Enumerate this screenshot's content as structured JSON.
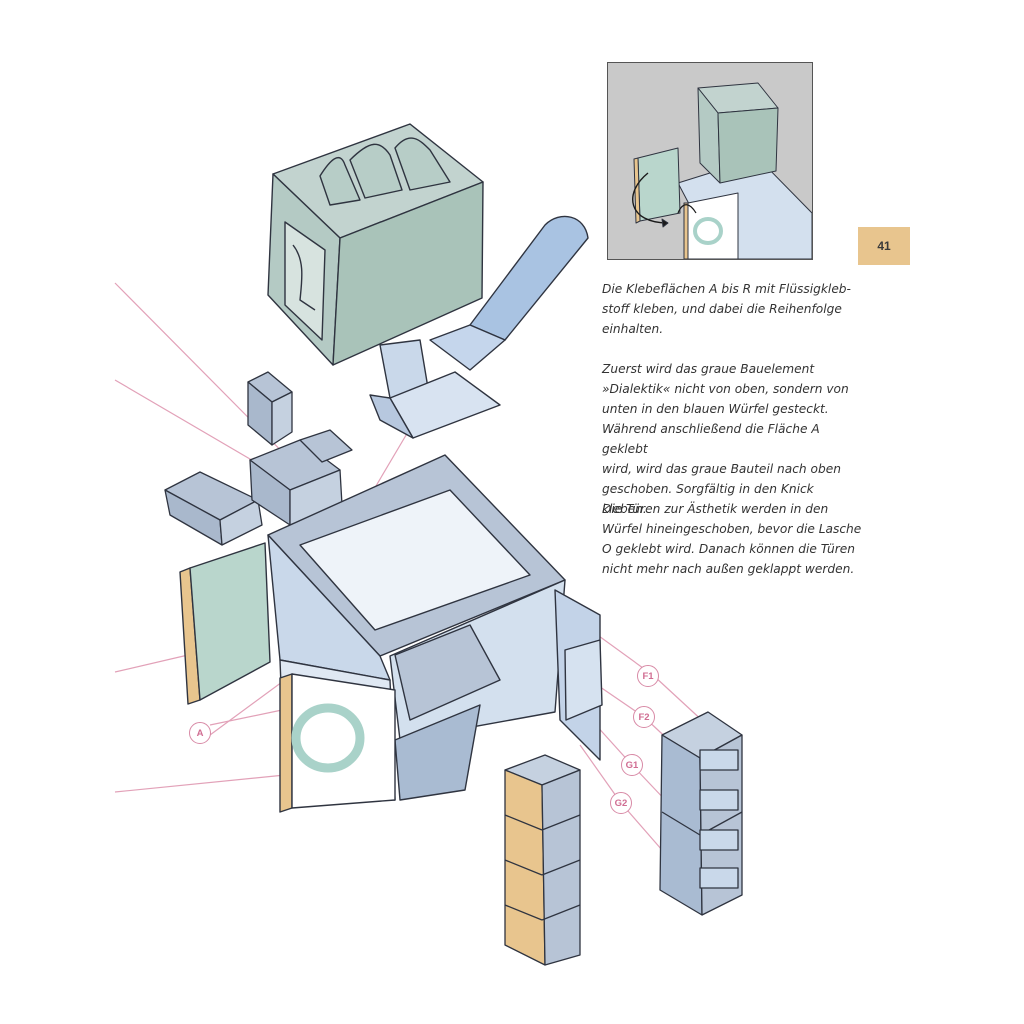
{
  "page": {
    "number": "41"
  },
  "paragraphs": [
    "Die  Klebeflächen A bis R mit Flüssigkleb-\nstoff kleben, und dabei die Reihenfolge\neinhalten.",
    "Zuerst wird das graue Bauelement\n»Dialektik« nicht von oben, sondern von\nunten in den blauen Würfel gesteckt.\nWährend anschließend die Fläche A geklebt\nwird, wird das graue Bauteil nach oben\ngeschoben. Sorgfältig in den Knick kleben.",
    "Die Türen zur Ästhetik werden in den\nWürfel hineingeschoben, bevor die Lasche\nO geklebt wird. Danach können die Türen\nnicht mehr nach außen geklappt werden."
  ],
  "callouts": {
    "a": "A",
    "f1": "F1",
    "f2": "F2",
    "g1": "G1",
    "g2": "G2"
  },
  "colors": {
    "blue_face": "#c9d8ea",
    "blue_dark": "#a9bfd9",
    "grey_blue": "#b7c4d6",
    "green_face": "#b9d6cc",
    "sage": "#a9c3b9",
    "tan": "#e8c58e",
    "pink_line": "#e2a1b8",
    "outline": "#2f3440"
  }
}
